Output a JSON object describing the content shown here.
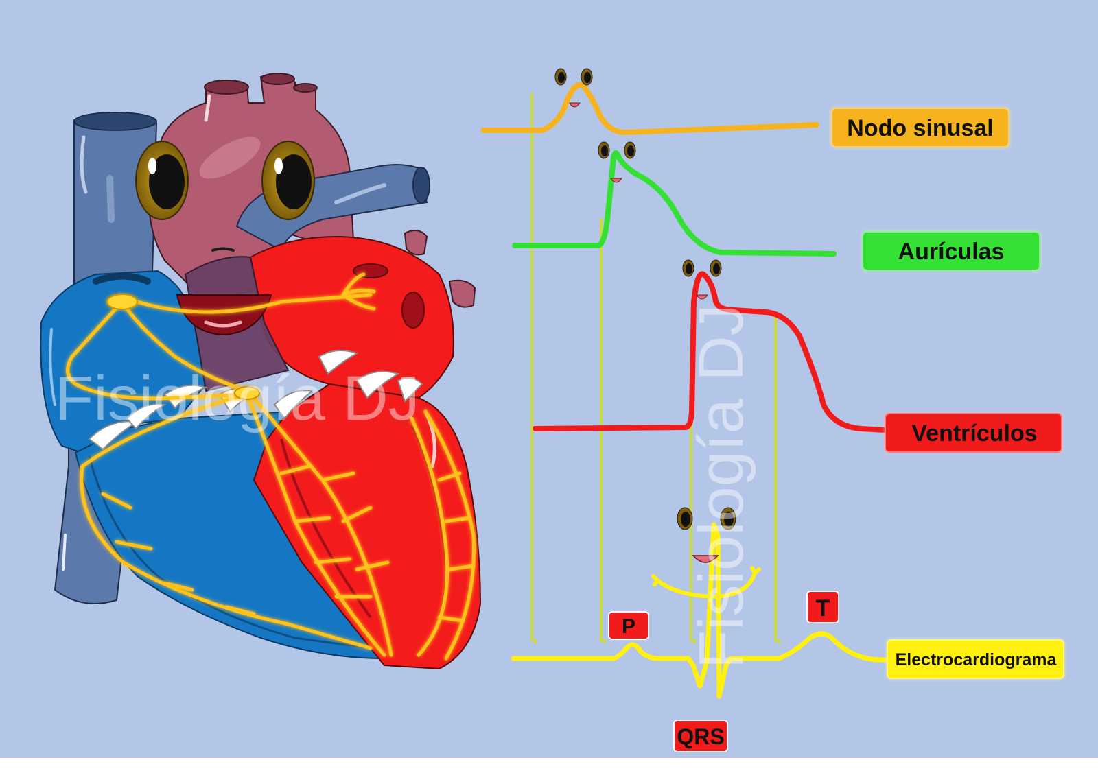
{
  "colors": {
    "background": "#b4c6e7",
    "sinus": "#f6b31e",
    "atria": "#33e033",
    "ventricles": "#f21b1b",
    "ecg": "#fff10d",
    "arrow": "#cddc39",
    "deoxygenated": "#1577c4",
    "oxygenated": "#f31b1b",
    "vessel_blue": "#5b7aab",
    "aorta_pink": "#b35c71",
    "conduction": "#ffc21a"
  },
  "labels": {
    "sinus_node": "Nodo sinusal",
    "atria": "Aurículas",
    "ventricles": "Ventrículos",
    "ecg": "Electrocardiograma"
  },
  "waves": {
    "p": "P",
    "qrs": "QRS",
    "t": "T"
  },
  "watermark": {
    "horizontal": "Fisiología DJ",
    "vertical": "Fisiología DJ"
  }
}
